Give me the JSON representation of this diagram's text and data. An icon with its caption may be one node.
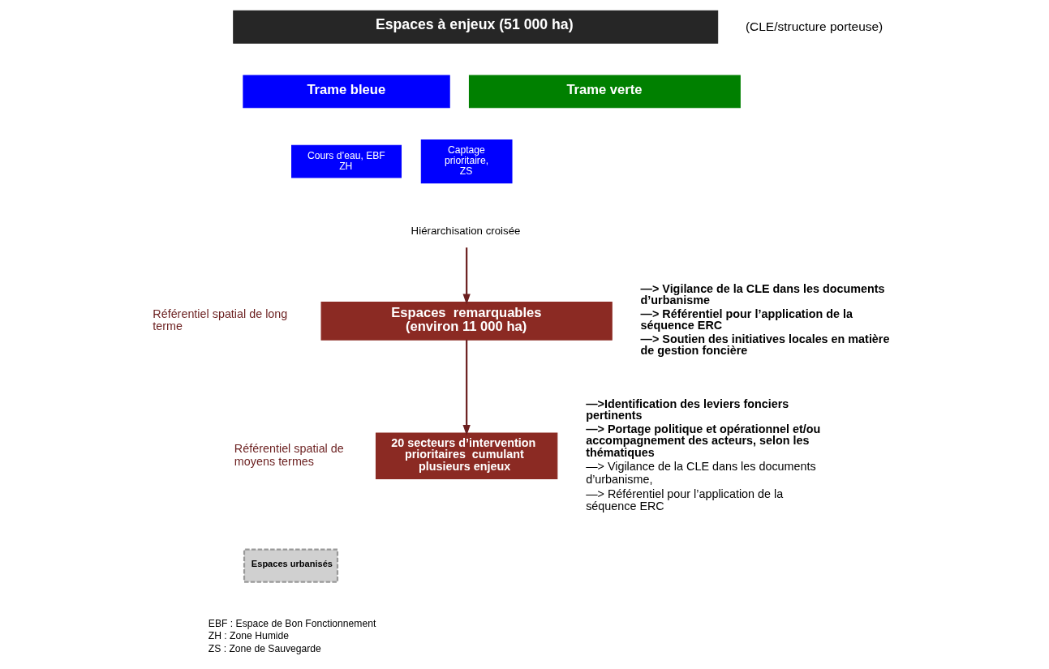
{
  "diagram": {
    "nodes": [
      {
        "text": [
          "Espaces à enjeux (51 000 ha)"
        ]
      },
      {
        "text": [
          "Trame bleue"
        ]
      },
      {
        "text": [
          "Trame verte"
        ]
      },
      {
        "text": [
          "Cours d’eau, EBF",
          "ZH"
        ]
      },
      {
        "text": [
          "Captage prioritaire, ZS"
        ]
      },
      {
        "text": [
          "Hiérarchisation croisée"
        ]
      },
      {
        "text": [
          "Espaces  remarquables (environ 11 000 ha)"
        ]
      },
      {
        "text": [
          "20 secteurs d’intervention prioritaires  cumulant plusieurs enjeux"
        ]
      }
    ],
    "edges": [
      {
        "from": 5,
        "to": 6,
        "arrow": "to"
      },
      {
        "from": 6,
        "to": 7,
        "arrow": "to"
      }
    ],
    "labels": [
      "(CLE/structure porteuse)",
      "Référentiel spatial de long terme",
      "—> Vigilance de la CLE dans les documents d’urbanisme",
      "—> Référentiel pour l’application de la séquence ERC",
      "—> Soutien des initiatives locales en matière de gestion foncière",
      "Référentiel spatial de moyens termes",
      "—>Identification des leviers fonciers pertinents",
      "—> Portage politique et opérationnel et/ou accompagnement des acteurs, selon les thématiques",
      "—> Vigilance de la CLE dans les documents d’urbanisme,",
      "—> Référentiel pour l’application de la séquence ERC",
      "EBF : Espace de Bon Fonctionnement",
      "ZH : Zone Humide",
      "ZS : Zone de Sauvegarde"
    ],
    "legend": [
      {
        "text": "Espaces urbanisés"
      }
    ]
  }
}
